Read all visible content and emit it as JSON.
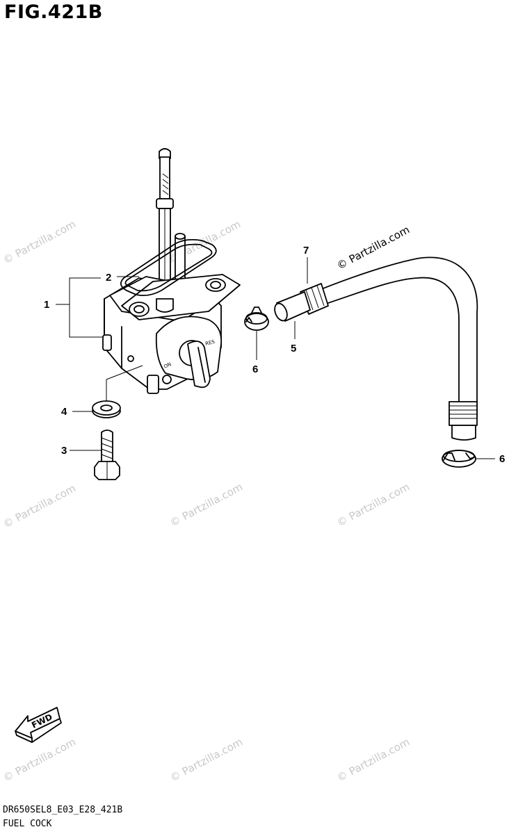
{
  "figure": {
    "title": "FIG.421B",
    "code": "DR650SEL8_E03_E28_421B",
    "name": "FUEL COCK"
  },
  "callouts": [
    {
      "id": "c1",
      "label": "1"
    },
    {
      "id": "c2",
      "label": "2"
    },
    {
      "id": "c3",
      "label": "3"
    },
    {
      "id": "c4",
      "label": "4"
    },
    {
      "id": "c5",
      "label": "5"
    },
    {
      "id": "c6a",
      "label": "6"
    },
    {
      "id": "c6b",
      "label": "6"
    },
    {
      "id": "c7",
      "label": "7"
    }
  ],
  "valve_labels": {
    "on": "ON",
    "res": "RES"
  },
  "fwd_label": "FWD",
  "watermark": "© Partzilla.com",
  "colors": {
    "line": "#000000",
    "background": "#ffffff",
    "watermark": "#c8c8c8"
  }
}
